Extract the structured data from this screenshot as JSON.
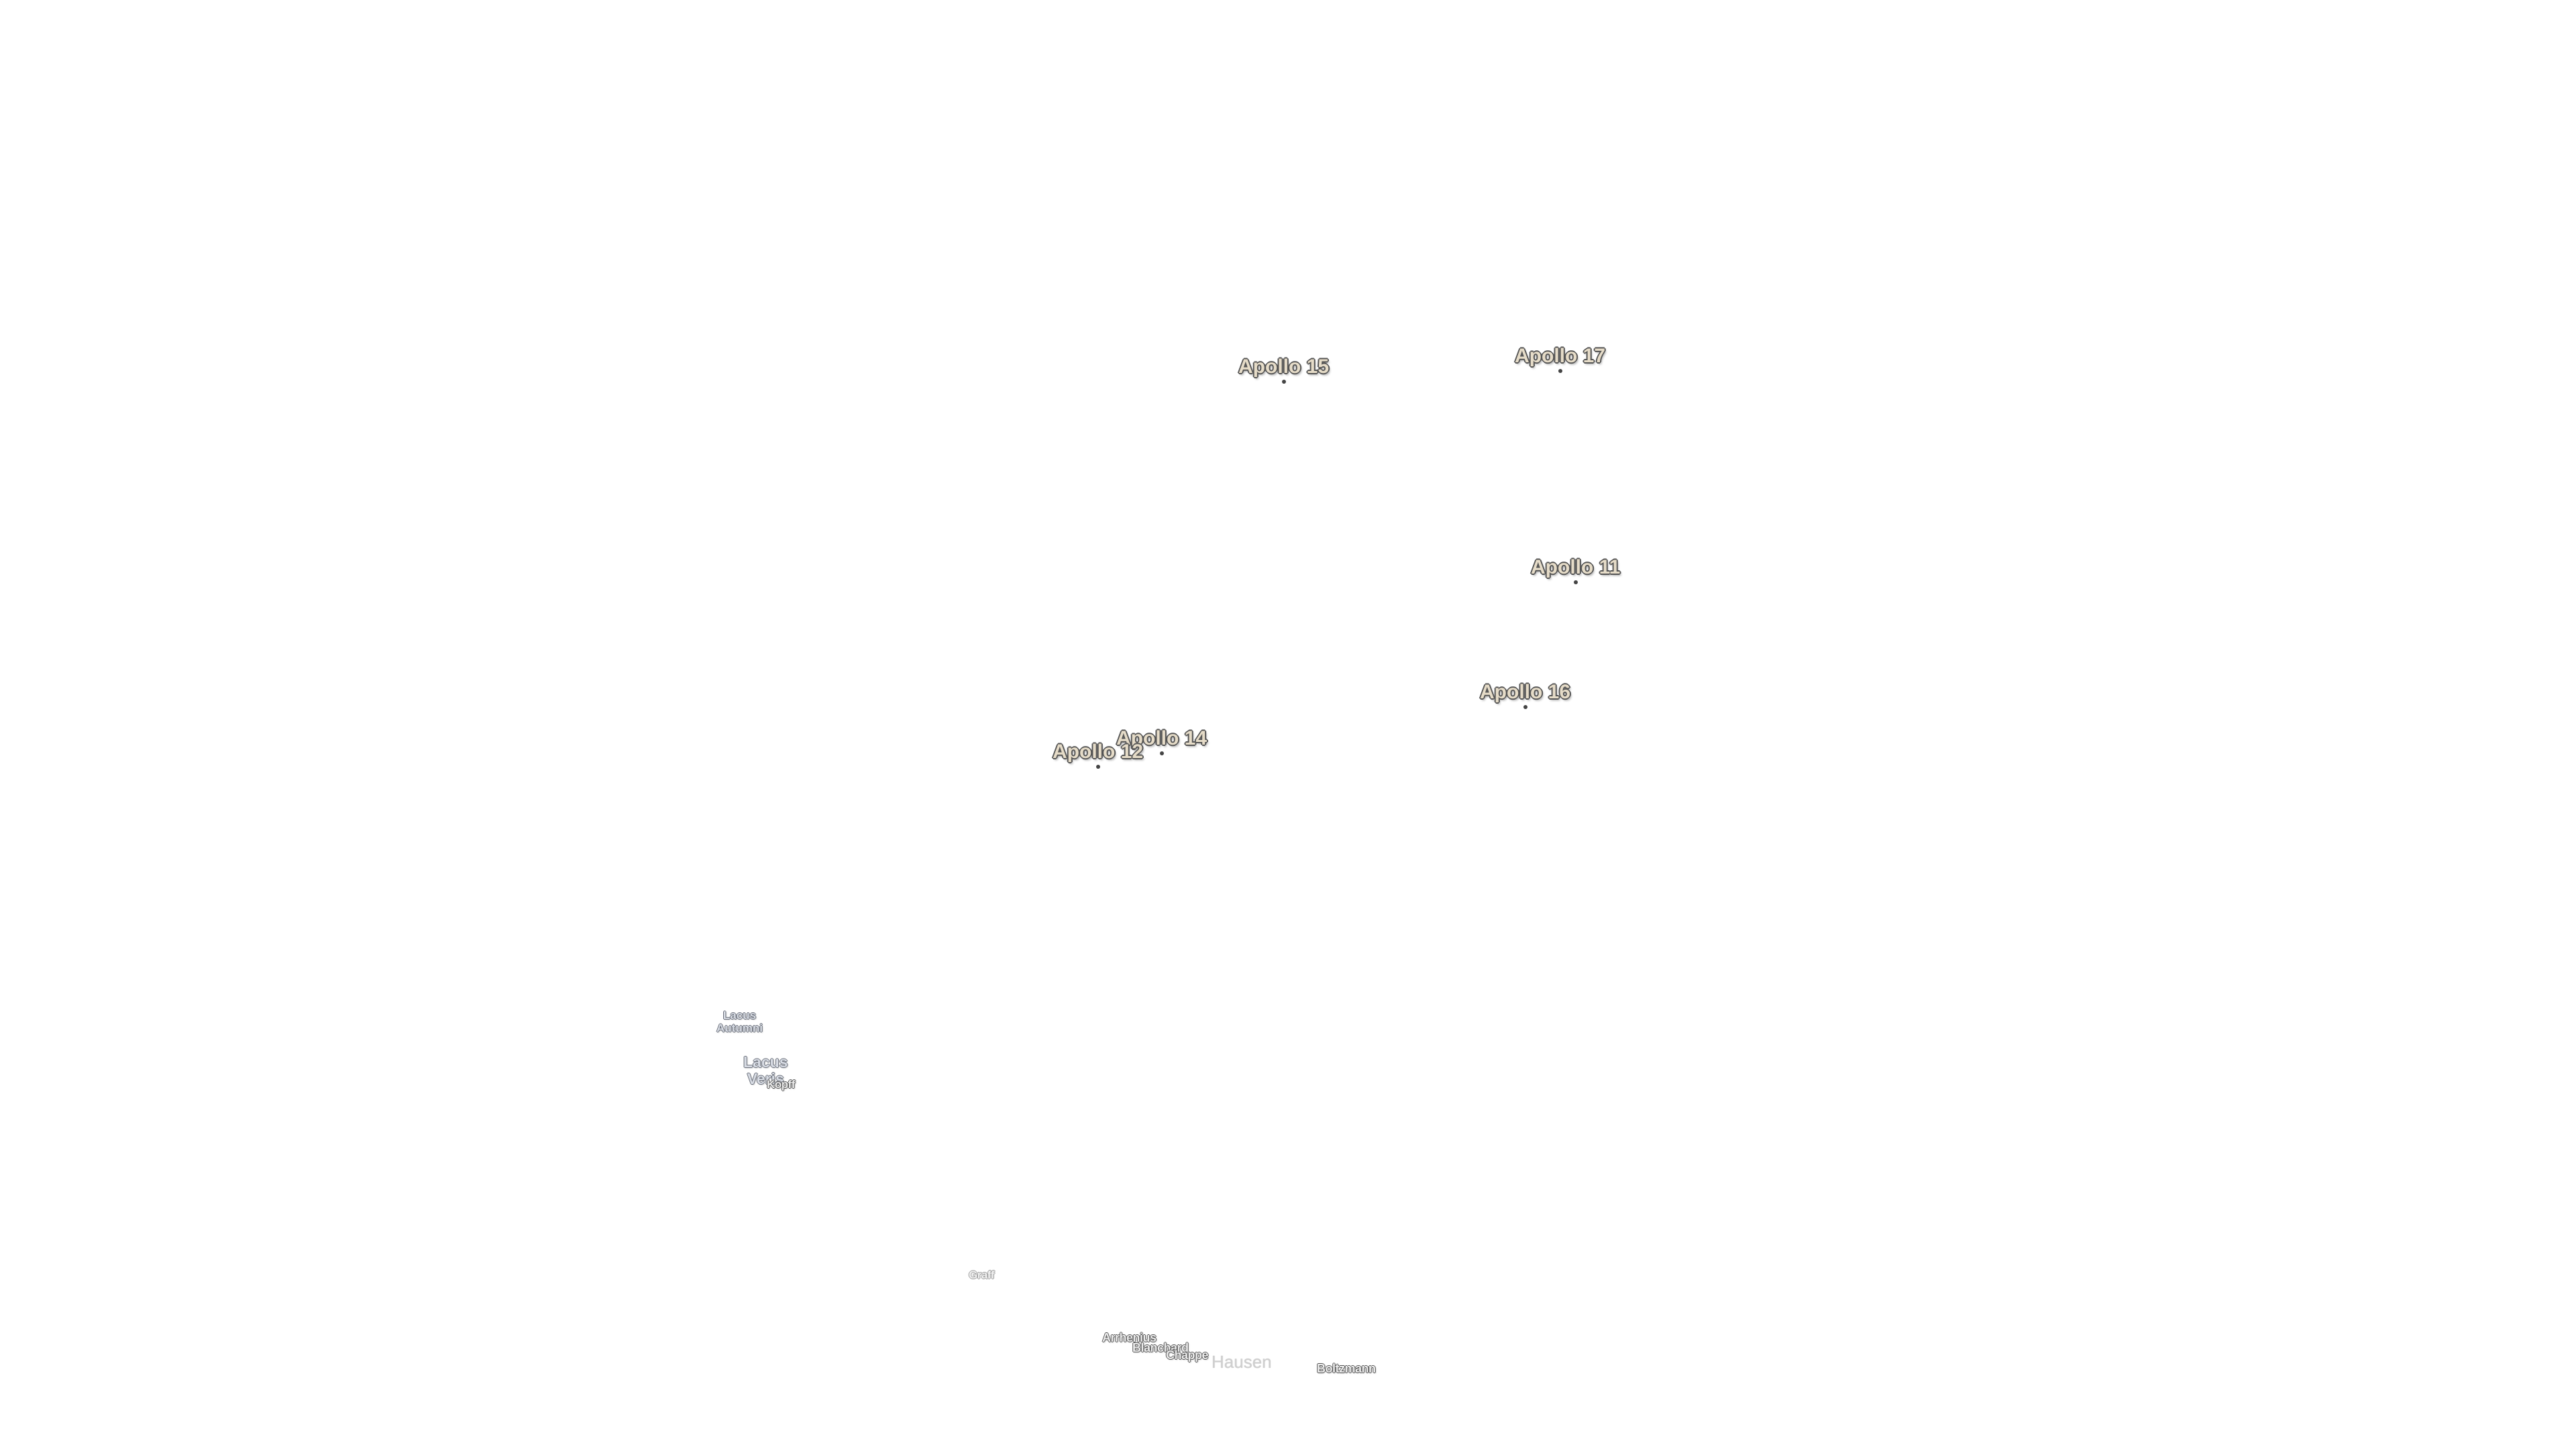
{
  "apollo_sites": {
    "apollo15": "Apollo 15",
    "apollo17": "Apollo 17",
    "apollo11": "Apollo 11",
    "apollo16": "Apollo 16",
    "apollo14": "Apollo 14",
    "apollo12": "Apollo 12"
  },
  "lakes": {
    "lacus_autumni": [
      "Lacus",
      "Autumni"
    ],
    "lacus_veris": [
      "Lacus",
      "Veris"
    ]
  },
  "craters": {
    "kopff": "Kopff",
    "graff": "Graff",
    "arrhenius": "Arrhenius",
    "blanchard": "Blanchard",
    "chappe": "Chappe",
    "hausen": "Hausen",
    "boltzmann": "Boltzmann"
  },
  "colors": {
    "background": "#ffffff",
    "apollo_fill": "#e6dcc8",
    "apollo_outline": "#555555",
    "lacus_fill": "#d8dce4",
    "lacus_outline": "#6a6f7a",
    "crater_fill": "#ececec",
    "crater_outline": "#555555"
  }
}
